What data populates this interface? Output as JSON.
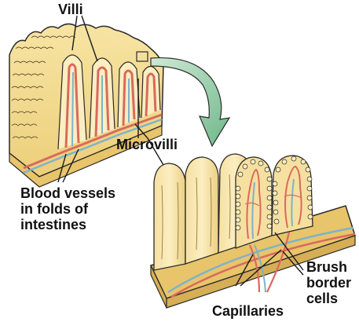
{
  "labels": {
    "villi": "Villi",
    "microvilli": "Microvilli",
    "blood_vessels": [
      "Blood vessels",
      "in folds of",
      "intestines"
    ],
    "brush_border": [
      "Brush",
      "border",
      "cells"
    ],
    "capillaries": "Capillaries"
  },
  "colors": {
    "tissue_fill": "#f3dc8e",
    "tissue_shade": "#e6c670",
    "outline": "#2a2a2a",
    "blood_red": "#d96a5c",
    "blood_blue": "#7fb2c9",
    "arrow_green": "#8fc9a2"
  }
}
